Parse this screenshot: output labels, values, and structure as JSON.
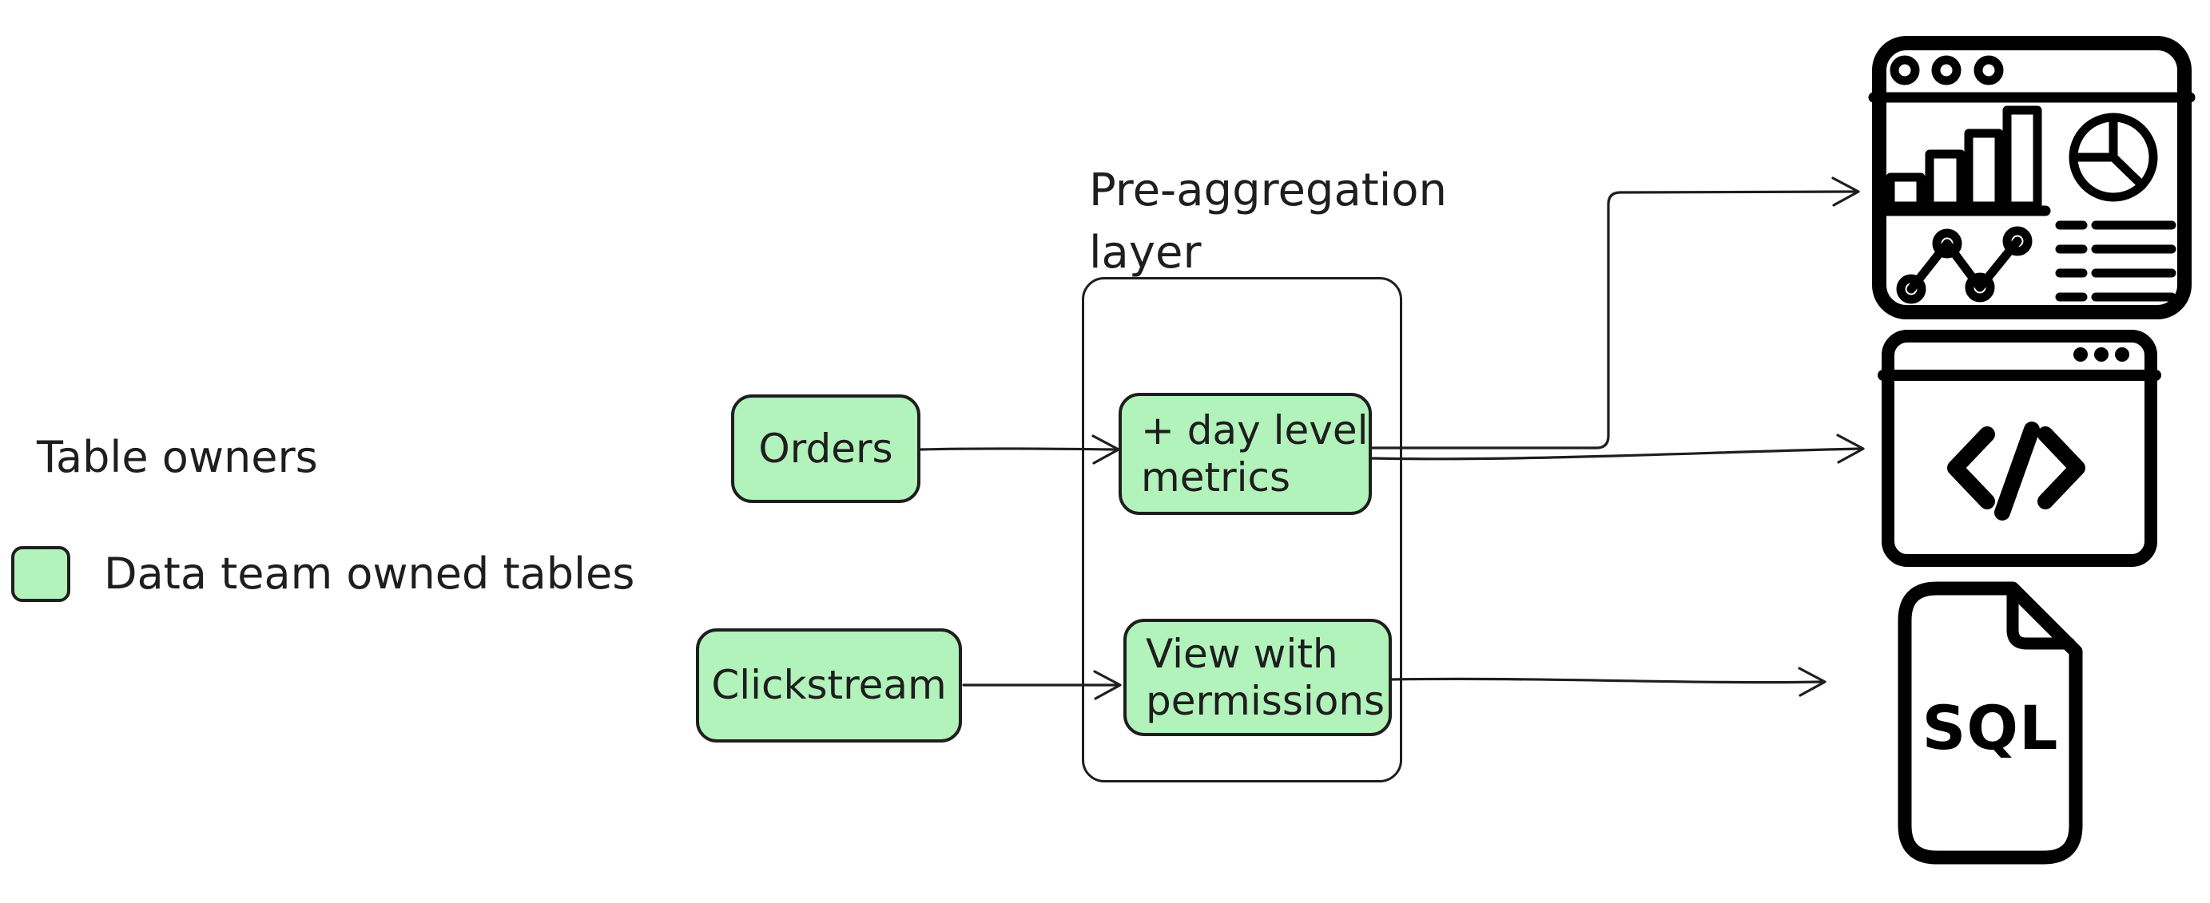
{
  "diagram": {
    "background": "#ffffff",
    "ink": "#1e1e1e",
    "icon_ink": "#000000",
    "table_fill": "#b2f2bb"
  },
  "legend": {
    "title": "Table owners",
    "item": "Data team owned tables"
  },
  "group": {
    "title_line1": "Pre-aggregation",
    "title_line2": "layer"
  },
  "tables": {
    "orders": "Orders",
    "clickstream": "Clickstream",
    "metrics_line1": "+ day level",
    "metrics_line2": "metrics",
    "view_line1": "View with",
    "view_line2": "permissions"
  },
  "outputs": {
    "sql_label": "SQL"
  }
}
